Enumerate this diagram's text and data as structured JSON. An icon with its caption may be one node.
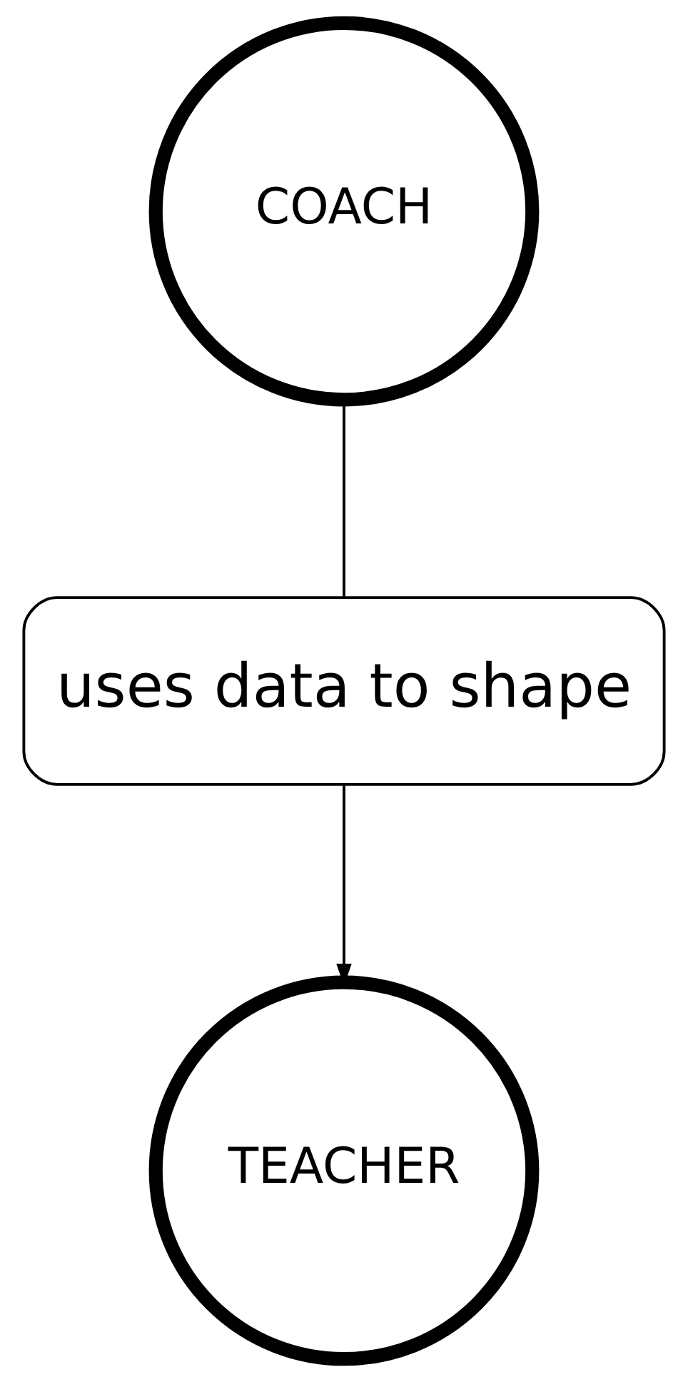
{
  "diagram": {
    "nodes": [
      {
        "text": [
          "COACH"
        ]
      },
      {
        "text": [
          "uses data to shape"
        ]
      },
      {
        "text": [
          "TEACHER"
        ]
      }
    ],
    "edges": [
      {
        "from": 0,
        "to": 1,
        "arrow": "none"
      },
      {
        "from": 1,
        "to": 2,
        "arrow": "to"
      }
    ]
  }
}
